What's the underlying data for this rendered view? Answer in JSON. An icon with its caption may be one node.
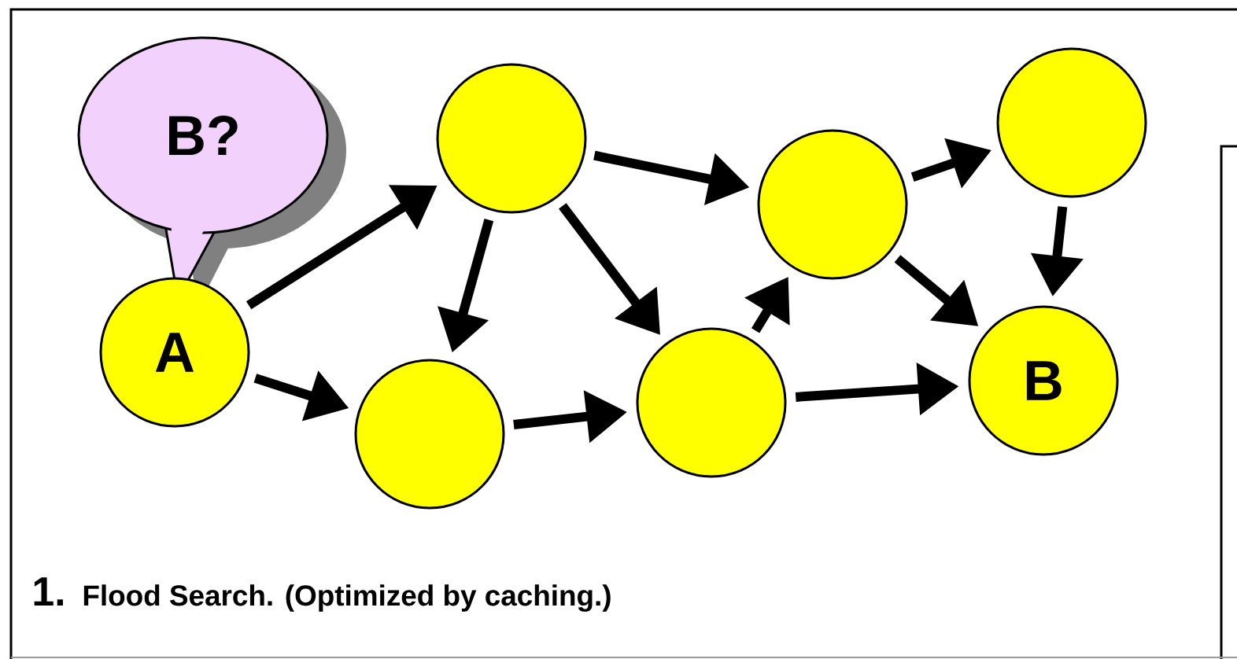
{
  "diagram": {
    "nodes": [
      {
        "text": [
          "B?"
        ]
      },
      {
        "text": [
          "A"
        ]
      },
      {
        "text": [],
        "shape": "circle"
      },
      {
        "text": [],
        "shape": "circle"
      },
      {
        "text": [],
        "shape": "circle"
      },
      {
        "text": [],
        "shape": "circle"
      },
      {
        "text": [],
        "shape": "circle"
      },
      {
        "text": [
          "B"
        ]
      }
    ],
    "edges": [
      {
        "from": 1,
        "to": 2,
        "arrow": "to"
      },
      {
        "from": 1,
        "to": 3,
        "arrow": "to"
      },
      {
        "from": 2,
        "to": 3,
        "arrow": "to"
      },
      {
        "from": 2,
        "to": 4,
        "arrow": "to"
      },
      {
        "from": 2,
        "to": 5,
        "arrow": "to"
      },
      {
        "from": 3,
        "to": 4,
        "arrow": "to"
      },
      {
        "from": 4,
        "to": 5,
        "arrow": "to"
      },
      {
        "from": 4,
        "to": 7,
        "arrow": "to"
      },
      {
        "from": 5,
        "to": 6,
        "arrow": "to"
      },
      {
        "from": 5,
        "to": 7,
        "arrow": "to"
      },
      {
        "from": 6,
        "to": 7,
        "arrow": "to"
      }
    ],
    "labels": [
      "1.",
      "Flood Search. (Optimized by caching.)"
    ]
  }
}
